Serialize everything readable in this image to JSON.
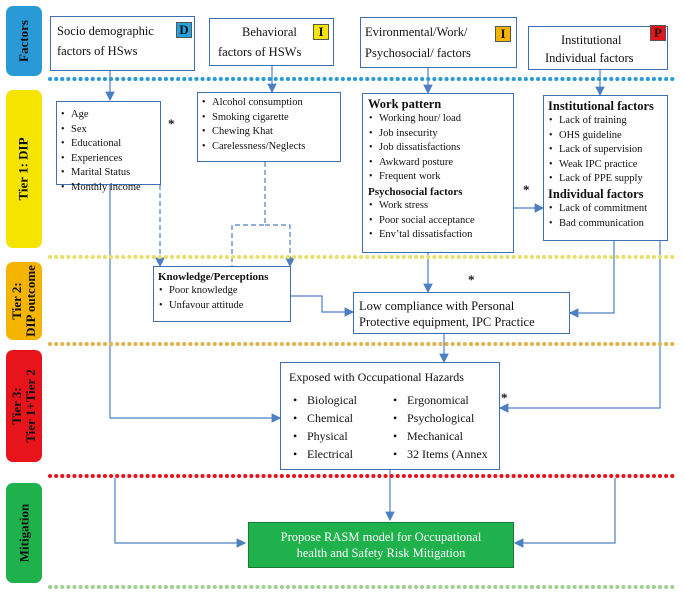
{
  "colors": {
    "accent_blue": "#2a9ad6",
    "yellow": "#f5e400",
    "orange": "#f5b400",
    "red": "#e8141c",
    "green": "#1fb14c",
    "badge_blue": "#23a2e0"
  },
  "sidebar": {
    "factors": "Factors",
    "tier1": "Tier 1: DIP",
    "tier2_line1": "Tier 2:",
    "tier2_line2": "DIP outcome",
    "tier3_line1": "Tier 3:",
    "tier3_line2": "Tier 1+Tier 2",
    "mitigation": "Mitigation"
  },
  "factors": {
    "socio": {
      "line1": "Socio demographic",
      "line2": "factors of HSws",
      "badge": "D"
    },
    "behavioral": {
      "line1": "Behavioral",
      "line2": "factors of HSWs",
      "badge": "I"
    },
    "environmental": {
      "line1": "Evironmental/Work/",
      "line2": "Psychosocial/ factors",
      "badge": "I"
    },
    "institutional": {
      "line1": "Institutional",
      "line2": "Individual factors",
      "badge": "P"
    }
  },
  "tier1": {
    "demographics": [
      "Age",
      "Sex",
      "Educational",
      "Experiences",
      "Marital Status",
      "Monthly income"
    ],
    "behaviors": [
      "Alcohol consumption",
      "Smoking cigarette",
      "Chewing Khat",
      "Carelessness/Neglects"
    ],
    "work_pattern_title": "Work pattern",
    "work_pattern": [
      "Working hour/ load",
      "Job insecurity",
      "Job dissatisfactions",
      "Awkward posture",
      "Frequent work"
    ],
    "psychosocial_title": "Psychosocial factors",
    "psychosocial": [
      "Work stress",
      "Poor social acceptance",
      "Env’tal dissatisfaction"
    ],
    "institutional_title": "Institutional factors",
    "institutional": [
      "Lack of training",
      "OHS guideline",
      "Lack of supervision",
      "Weak IPC practice",
      "Lack of PPE supply"
    ],
    "individual_title": "Individual factors",
    "individual": [
      "Lack of commitment",
      "Bad communication"
    ]
  },
  "tier2": {
    "knowledge_title": "Knowledge/Perceptions",
    "knowledge": [
      "Poor knowledge",
      "Unfavour attitude"
    ],
    "compliance_line1": "Low compliance with Personal",
    "compliance_line2": "Protective equipment, IPC Practice"
  },
  "tier3": {
    "title": "Exposed with Occupational Hazards",
    "hazards_left": [
      "Biological",
      "Chemical",
      "Physical",
      "Electrical"
    ],
    "hazards_right": [
      "Ergonomical",
      "Psychological",
      "Mechanical",
      "32 Items (Annex"
    ]
  },
  "mitigation": {
    "line1": "Propose RASM model for Occupational",
    "line2": "health and Safety Risk Mitigation"
  },
  "stars": {
    "symbol": "*"
  }
}
